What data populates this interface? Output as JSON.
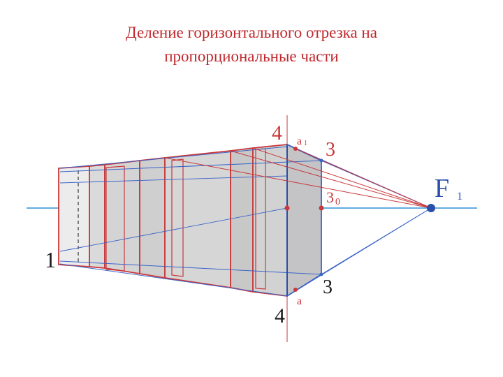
{
  "title": {
    "line1": "Деление горизонтального отрезка на",
    "line2": "пропорциональные части"
  },
  "diagram": {
    "labels": {
      "vanishing_point": "F",
      "vanishing_point_index": "1",
      "left_point": "1",
      "top_four": "4",
      "bottom_four": "4",
      "top_three": "3",
      "bottom_three": "3",
      "mid_three": "3",
      "mid_three_index": "0",
      "top_a": "a",
      "top_a_index": "1",
      "bottom_a": "a"
    },
    "colors": {
      "red": "#c9383a",
      "blue": "#3a64c8",
      "horizon": "#2f8fd6",
      "text_dark": "#1a1a1a",
      "accent_red_text": "#c0282d"
    }
  }
}
